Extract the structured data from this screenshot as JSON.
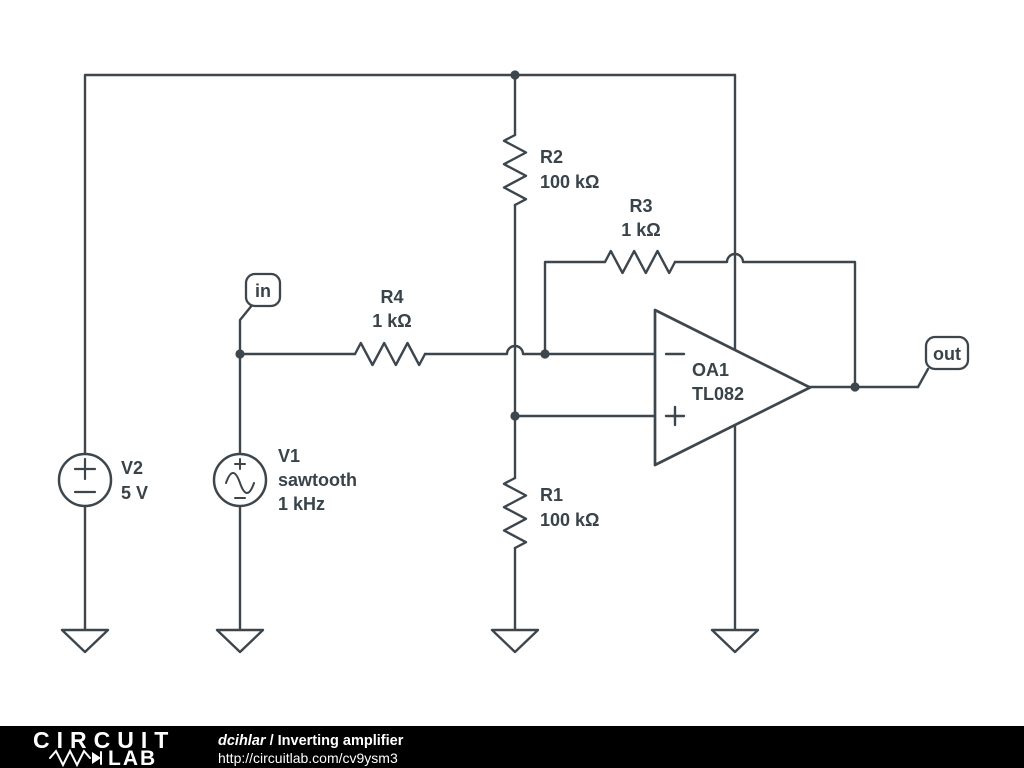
{
  "schematic": {
    "components": {
      "V2": {
        "designator": "V2",
        "value": "5 V"
      },
      "V1": {
        "designator": "V1",
        "value_line1": "sawtooth",
        "value_line2": "1 kHz"
      },
      "R2": {
        "designator": "R2",
        "value": "100 kΩ"
      },
      "R1": {
        "designator": "R1",
        "value": "100 kΩ"
      },
      "R3": {
        "designator": "R3",
        "value": "1 kΩ"
      },
      "R4": {
        "designator": "R4",
        "value": "1 kΩ"
      },
      "OA1": {
        "designator": "OA1",
        "part": "TL082"
      }
    },
    "flags": {
      "in": "in",
      "out": "out"
    }
  },
  "footer": {
    "logo": {
      "circuit": "CIRCUIT",
      "lab": "LAB"
    },
    "author": "dcihlar",
    "separator": " / ",
    "title": "Inverting amplifier",
    "url": "http://circuitlab.com/cv9ysm3"
  },
  "colors": {
    "wire": "#3d464d",
    "label": "#39434a",
    "footer_bg": "#000000",
    "footer_text": "#ffffff"
  }
}
